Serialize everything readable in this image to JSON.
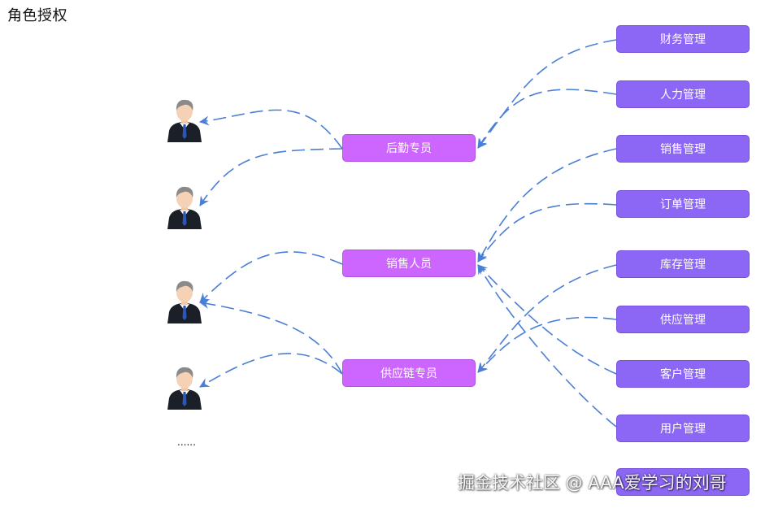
{
  "title": "角色授权",
  "roles": [
    "后勤专员",
    "销售人员",
    "供应链专员"
  ],
  "permissions": [
    "财务管理",
    "人力管理",
    "销售管理",
    "订单管理",
    "库存管理",
    "供应管理",
    "客户管理",
    "用户管理",
    ""
  ],
  "ellipsis": "......",
  "watermark": "掘金技术社区 @ AAA爱学习的刘哥",
  "colors": {
    "role_fill": "#cc66ff",
    "permission_fill": "#8c66f5",
    "arrow": "#4a7fd6"
  },
  "icons": {
    "user": "businessman-avatar-icon"
  }
}
